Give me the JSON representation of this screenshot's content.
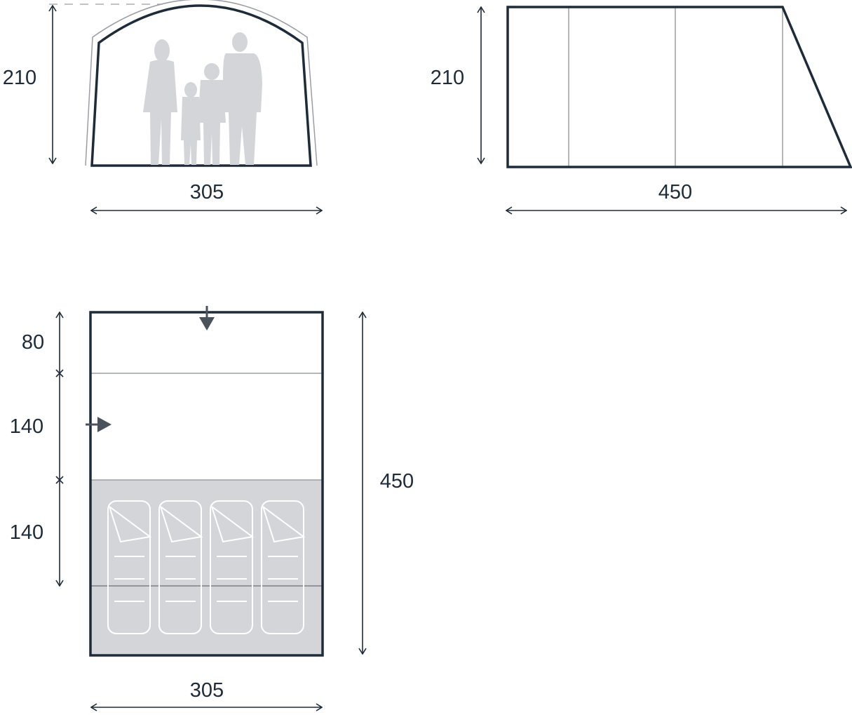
{
  "front_view": {
    "height_label": "210",
    "width_label": "305"
  },
  "side_view": {
    "height_label": "210",
    "length_label": "450"
  },
  "floor_plan": {
    "section_labels": [
      "80",
      "140",
      "140"
    ],
    "length_label": "450",
    "width_label": "305",
    "sleeping_bags": 4
  },
  "colors": {
    "outline": "#1e2b38",
    "silhouette": "#d4d5d8",
    "bedroom_fill": "#d4d5d8"
  }
}
